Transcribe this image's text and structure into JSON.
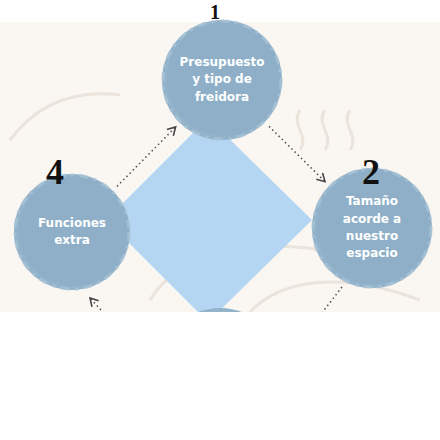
{
  "diagram": {
    "nodes": [
      {
        "text": [
          "Presupuesto y tipo de freidora"
        ]
      },
      {
        "text": [
          "Tamaño acorde a nuestro espacio"
        ]
      },
      {
        "text": [
          "Funciones extra"
        ]
      }
    ],
    "edges": [
      {
        "from": 0,
        "to": 1,
        "arrow": "to"
      },
      {
        "from": 2,
        "to": 0,
        "arrow": "to"
      }
    ],
    "labels": [
      "1",
      "2",
      "4"
    ]
  }
}
